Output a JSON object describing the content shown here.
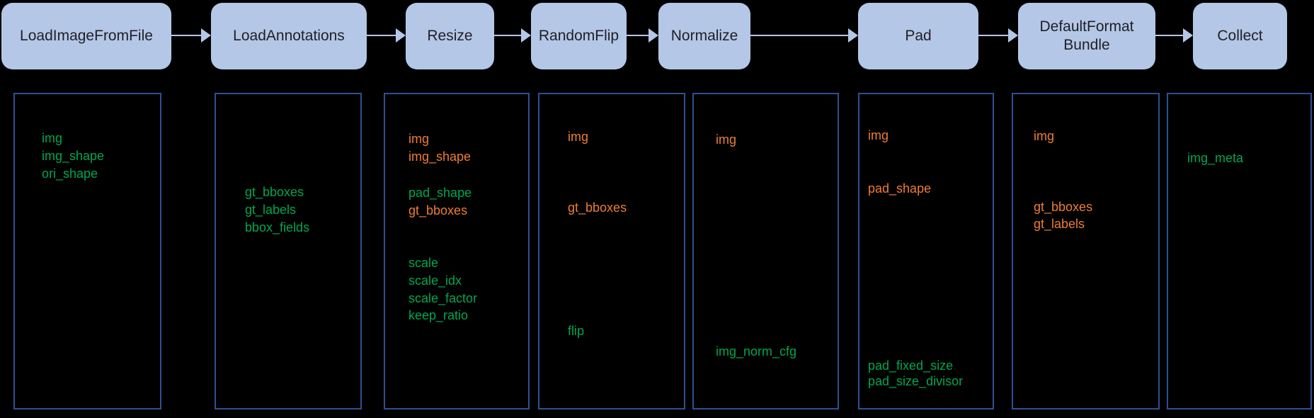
{
  "colors": {
    "background": "#000000",
    "node_fill": "#b4c7e7",
    "node_text": "#1f1f24",
    "box_border": "#2d5096",
    "arrow": "#b4c7e7",
    "added_key_green": "#00a651",
    "updated_key_orange": "#ed7d31"
  },
  "stages": [
    {
      "label": "LoadImageFromFile",
      "items": [
        {
          "text": "img",
          "color": "green"
        },
        {
          "text": "img_shape",
          "color": "green"
        },
        {
          "text": "ori_shape",
          "color": "green"
        }
      ]
    },
    {
      "label": "LoadAnnotations",
      "items": [
        {
          "text": "gt_bboxes",
          "color": "green"
        },
        {
          "text": "gt_labels",
          "color": "green"
        },
        {
          "text": "bbox_fields",
          "color": "green"
        }
      ]
    },
    {
      "label": "Resize",
      "items": [
        {
          "text": "img",
          "color": "orange"
        },
        {
          "text": "img_shape",
          "color": "orange"
        },
        {
          "text": "pad_shape",
          "color": "green"
        },
        {
          "text": "gt_bboxes",
          "color": "orange"
        },
        {
          "text": "scale",
          "color": "green"
        },
        {
          "text": "scale_idx",
          "color": "green"
        },
        {
          "text": "scale_factor",
          "color": "green"
        },
        {
          "text": "keep_ratio",
          "color": "green"
        }
      ]
    },
    {
      "label": "RandomFlip",
      "items": [
        {
          "text": "img",
          "color": "orange"
        },
        {
          "text": "gt_bboxes",
          "color": "orange"
        },
        {
          "text": "flip",
          "color": "green"
        }
      ]
    },
    {
      "label": "Normalize",
      "items": [
        {
          "text": "img",
          "color": "orange"
        },
        {
          "text": "img_norm_cfg",
          "color": "green"
        }
      ]
    },
    {
      "label": "Pad",
      "items": [
        {
          "text": "img",
          "color": "orange"
        },
        {
          "text": "pad_shape",
          "color": "orange"
        },
        {
          "text": "pad_fixed_size",
          "color": "green"
        },
        {
          "text": "pad_size_divisor",
          "color": "green"
        }
      ]
    },
    {
      "label": "DefaultFormat\nBundle",
      "items": [
        {
          "text": "img",
          "color": "orange"
        },
        {
          "text": "gt_bboxes",
          "color": "orange"
        },
        {
          "text": "gt_labels",
          "color": "orange"
        }
      ]
    },
    {
      "label": "Collect",
      "items": [
        {
          "text": "img_meta",
          "color": "green"
        }
      ]
    }
  ]
}
